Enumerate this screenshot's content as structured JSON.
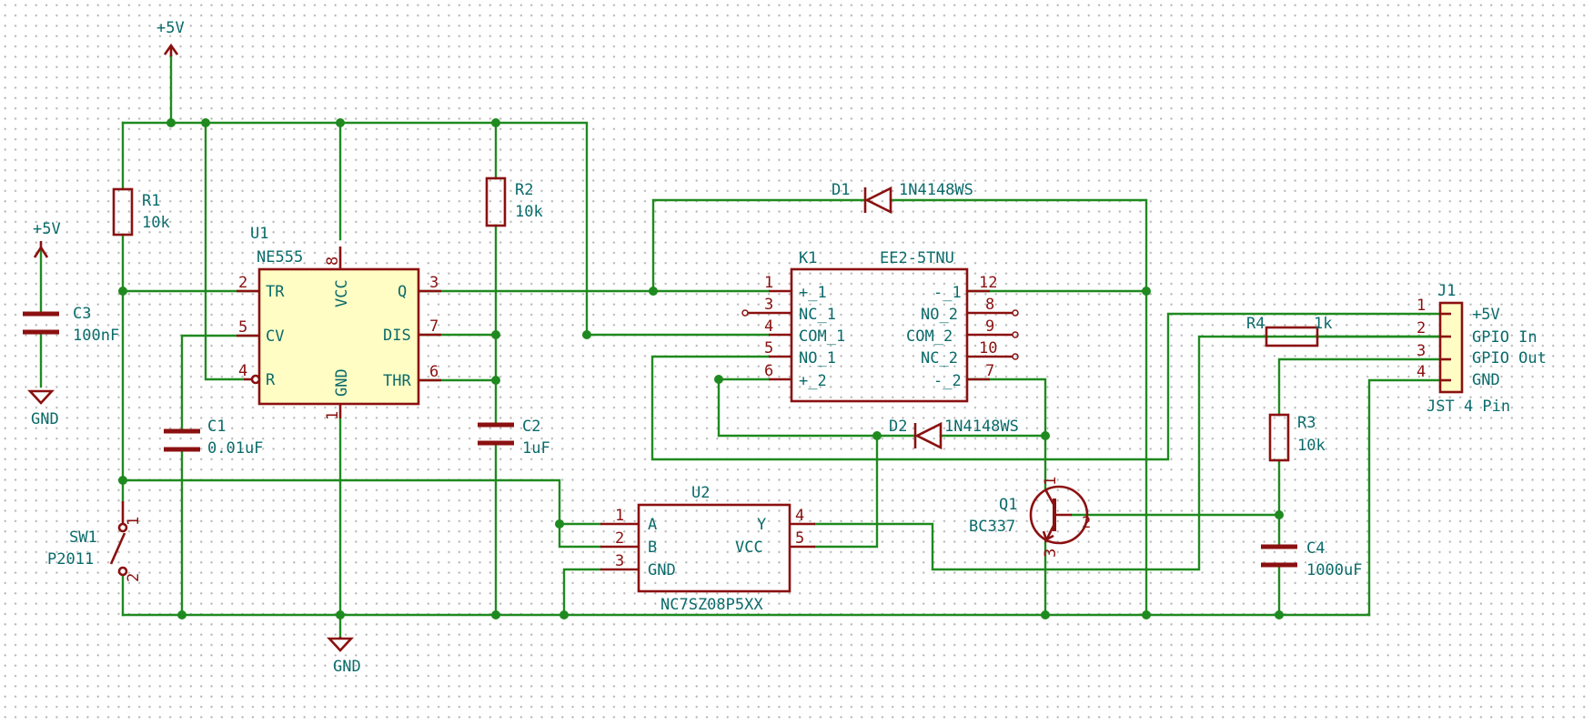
{
  "power": {
    "vcc1": "+5V",
    "vcc2": "+5V",
    "gnd1": "GND",
    "gnd2": "GND"
  },
  "components": {
    "R1": {
      "ref": "R1",
      "value": "10k"
    },
    "R2": {
      "ref": "R2",
      "value": "10k"
    },
    "R3": {
      "ref": "R3",
      "value": "10k"
    },
    "R4": {
      "ref": "R4",
      "value": "1k"
    },
    "C1": {
      "ref": "C1",
      "value": "0.01uF"
    },
    "C2": {
      "ref": "C2",
      "value": "1uF"
    },
    "C3": {
      "ref": "C3",
      "value": "100nF"
    },
    "C4": {
      "ref": "C4",
      "value": "1000uF"
    },
    "D1": {
      "ref": "D1",
      "value": "1N4148WS"
    },
    "D2": {
      "ref": "D2",
      "value": "1N4148WS"
    },
    "U1": {
      "ref": "U1",
      "value": "NE555",
      "pins": {
        "TR": "TR",
        "CV": "CV",
        "R": "R",
        "VCC": "VCC",
        "GND": "GND",
        "Q": "Q",
        "DIS": "DIS",
        "THR": "THR"
      },
      "numbers": {
        "TR": "2",
        "CV": "5",
        "R": "4",
        "VCC": "8",
        "GND": "1",
        "Q": "3",
        "DIS": "7",
        "THR": "6"
      }
    },
    "U2": {
      "ref": "U2",
      "value": "NC7SZ08P5XX",
      "pins": {
        "A": "A",
        "B": "B",
        "GND": "GND",
        "Y": "Y",
        "VCC": "VCC"
      },
      "numbers": {
        "A": "1",
        "B": "2",
        "GND": "3",
        "Y": "4",
        "VCC": "5"
      }
    },
    "K1": {
      "ref": "K1",
      "value": "EE2-5TNU",
      "left_pins": [
        {
          "num": "1",
          "name": "+_1"
        },
        {
          "num": "3",
          "name": "NC_1"
        },
        {
          "num": "4",
          "name": "COM_1"
        },
        {
          "num": "5",
          "name": "NO_1"
        },
        {
          "num": "6",
          "name": "+_2"
        }
      ],
      "right_pins": [
        {
          "num": "12",
          "name": "-_1"
        },
        {
          "num": "8",
          "name": "NO_2"
        },
        {
          "num": "9",
          "name": "COM_2"
        },
        {
          "num": "10",
          "name": "NC_2"
        },
        {
          "num": "7",
          "name": "-_2"
        }
      ]
    },
    "Q1": {
      "ref": "Q1",
      "value": "BC337",
      "pins": {
        "C": "1",
        "B": "2",
        "E": "3"
      }
    },
    "SW1": {
      "ref": "SW1",
      "value": "P2011",
      "pins": {
        "a": "1",
        "b": "2"
      }
    },
    "J1": {
      "ref": "J1",
      "value": "JST 4 Pin",
      "pins": [
        {
          "num": "1",
          "label": "+5V"
        },
        {
          "num": "2",
          "label": "GPIO In"
        },
        {
          "num": "3",
          "label": "GPIO Out"
        },
        {
          "num": "4",
          "label": "GND"
        }
      ]
    }
  }
}
